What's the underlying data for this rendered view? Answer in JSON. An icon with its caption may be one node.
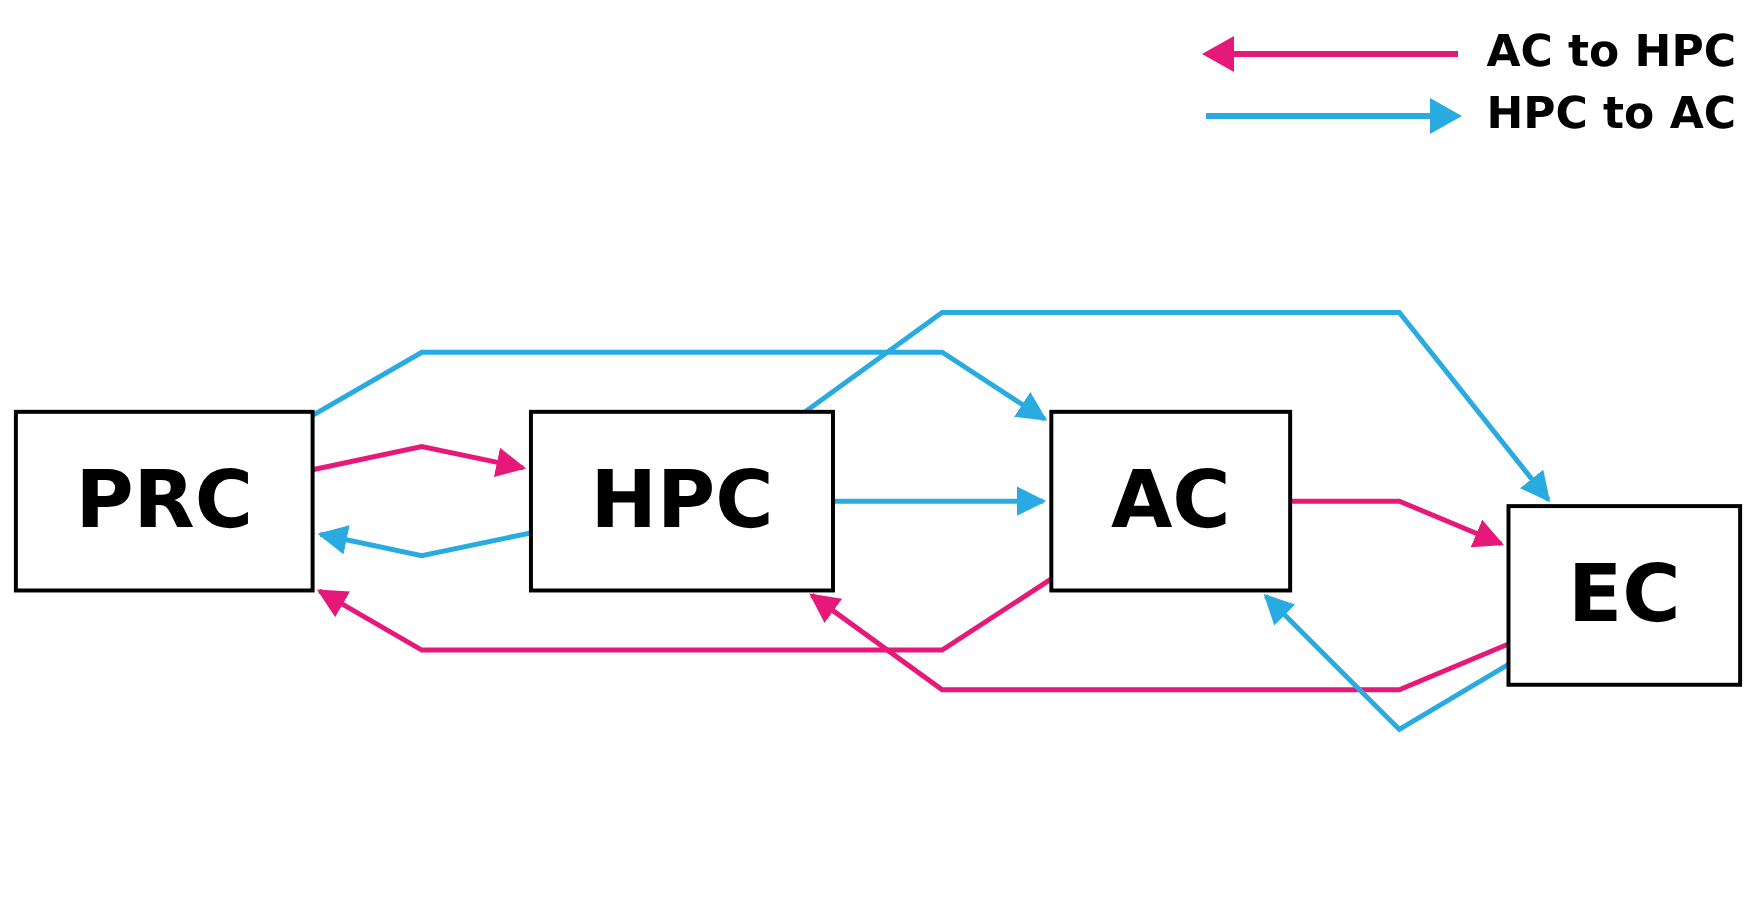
{
  "diagram": {
    "nodes": [
      {
        "text": [
          "PRC"
        ]
      },
      {
        "text": [
          "HPC"
        ]
      },
      {
        "text": [
          "AC"
        ]
      },
      {
        "text": [
          "EC"
        ]
      }
    ],
    "edges": [
      {
        "from": 1,
        "to": 0,
        "arrow": "to"
      },
      {
        "from": 0,
        "to": 1,
        "arrow": "to",
        "color": "#e6197a"
      },
      {
        "from": 0,
        "to": 2,
        "arrow": "to"
      },
      {
        "from": 2,
        "to": 0,
        "arrow": "to",
        "color": "#e6197a"
      },
      {
        "from": 1,
        "to": 2,
        "arrow": "to"
      },
      {
        "from": 1,
        "to": 3,
        "arrow": "to"
      },
      {
        "from": 3,
        "to": 1,
        "arrow": "to",
        "color": "#e6197a"
      },
      {
        "from": 3,
        "to": 2,
        "arrow": "to"
      },
      {
        "from": 2,
        "to": 3,
        "arrow": "to",
        "color": "#e6197a"
      }
    ],
    "legend": [
      {
        "text": "AC to HPC",
        "color": "#e6197a"
      },
      {
        "text": "HPC to AC",
        "color": "#29abe2"
      }
    ]
  }
}
